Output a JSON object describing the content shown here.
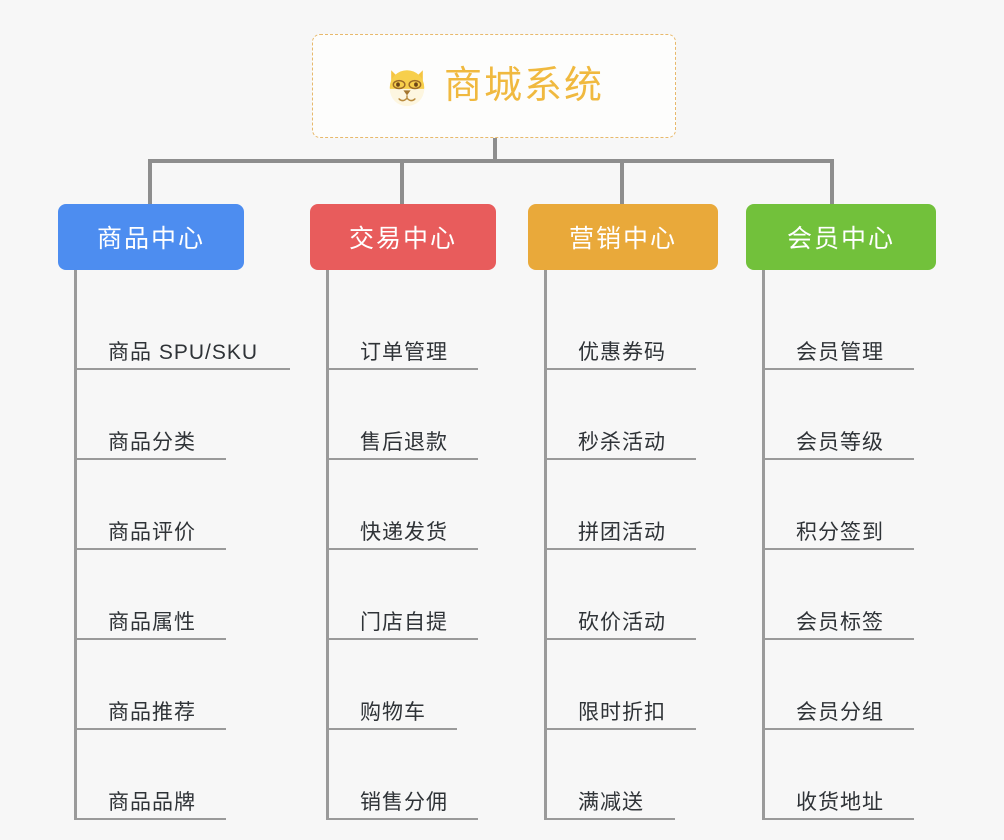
{
  "diagram": {
    "type": "mindmap",
    "title": "商城系统",
    "background_color": "#f7f7f7",
    "root": {
      "label": "商城系统",
      "icon": "shiba-dog-face-icon",
      "text_color": "#f0b93f",
      "border_color": "#e8b96b",
      "background_color": "#fdfdfc"
    },
    "branches": [
      {
        "label": "商品中心",
        "color": "#4d8df0",
        "items": [
          "商品 SPU/SKU",
          "商品分类",
          "商品评价",
          "商品属性",
          "商品推荐",
          "商品品牌"
        ]
      },
      {
        "label": "交易中心",
        "color": "#e85c5c",
        "items": [
          "订单管理",
          "售后退款",
          "快递发货",
          "门店自提",
          "购物车",
          "销售分佣"
        ]
      },
      {
        "label": "营销中心",
        "color": "#e9a93a",
        "items": [
          "优惠券码",
          "秒杀活动",
          "拼团活动",
          "砍价活动",
          "限时折扣",
          "满减送"
        ]
      },
      {
        "label": "会员中心",
        "color": "#72c13b",
        "items": [
          "会员管理",
          "会员等级",
          "积分签到",
          "会员标签",
          "会员分组",
          "收货地址"
        ]
      }
    ],
    "connector_color": "#8e8e8e",
    "leaf_line_color": "#9a9a9a"
  }
}
